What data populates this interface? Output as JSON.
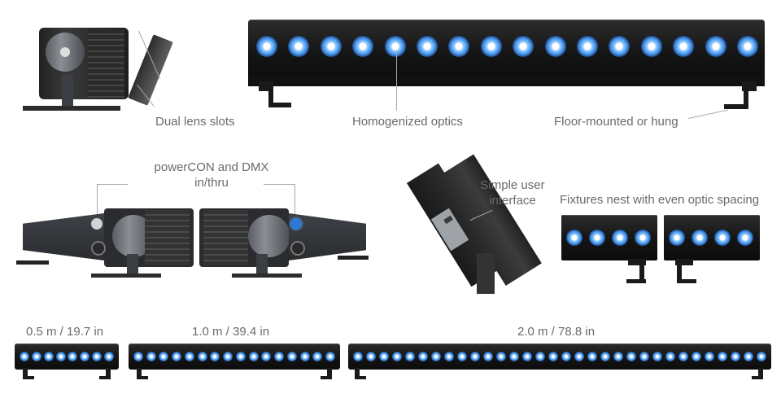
{
  "labels": {
    "dual_lens_slots": "Dual lens slots",
    "homogenized_optics": "Homogenized optics",
    "floor_mounted": "Floor-mounted or hung",
    "powercon_line1": "powerCON and DMX",
    "powercon_line2": "in/thru",
    "ui_line1": "Simple user",
    "ui_line2": "interface",
    "nest": "Fixtures nest with even optic spacing",
    "size_05": "0.5 m / 19.7 in",
    "size_10": "1.0 m / 39.4 in",
    "size_20": "2.0 m / 78.8 in"
  },
  "colors": {
    "label": "#6a6a6a",
    "led": "#3f8ee6",
    "body": "#141414"
  }
}
